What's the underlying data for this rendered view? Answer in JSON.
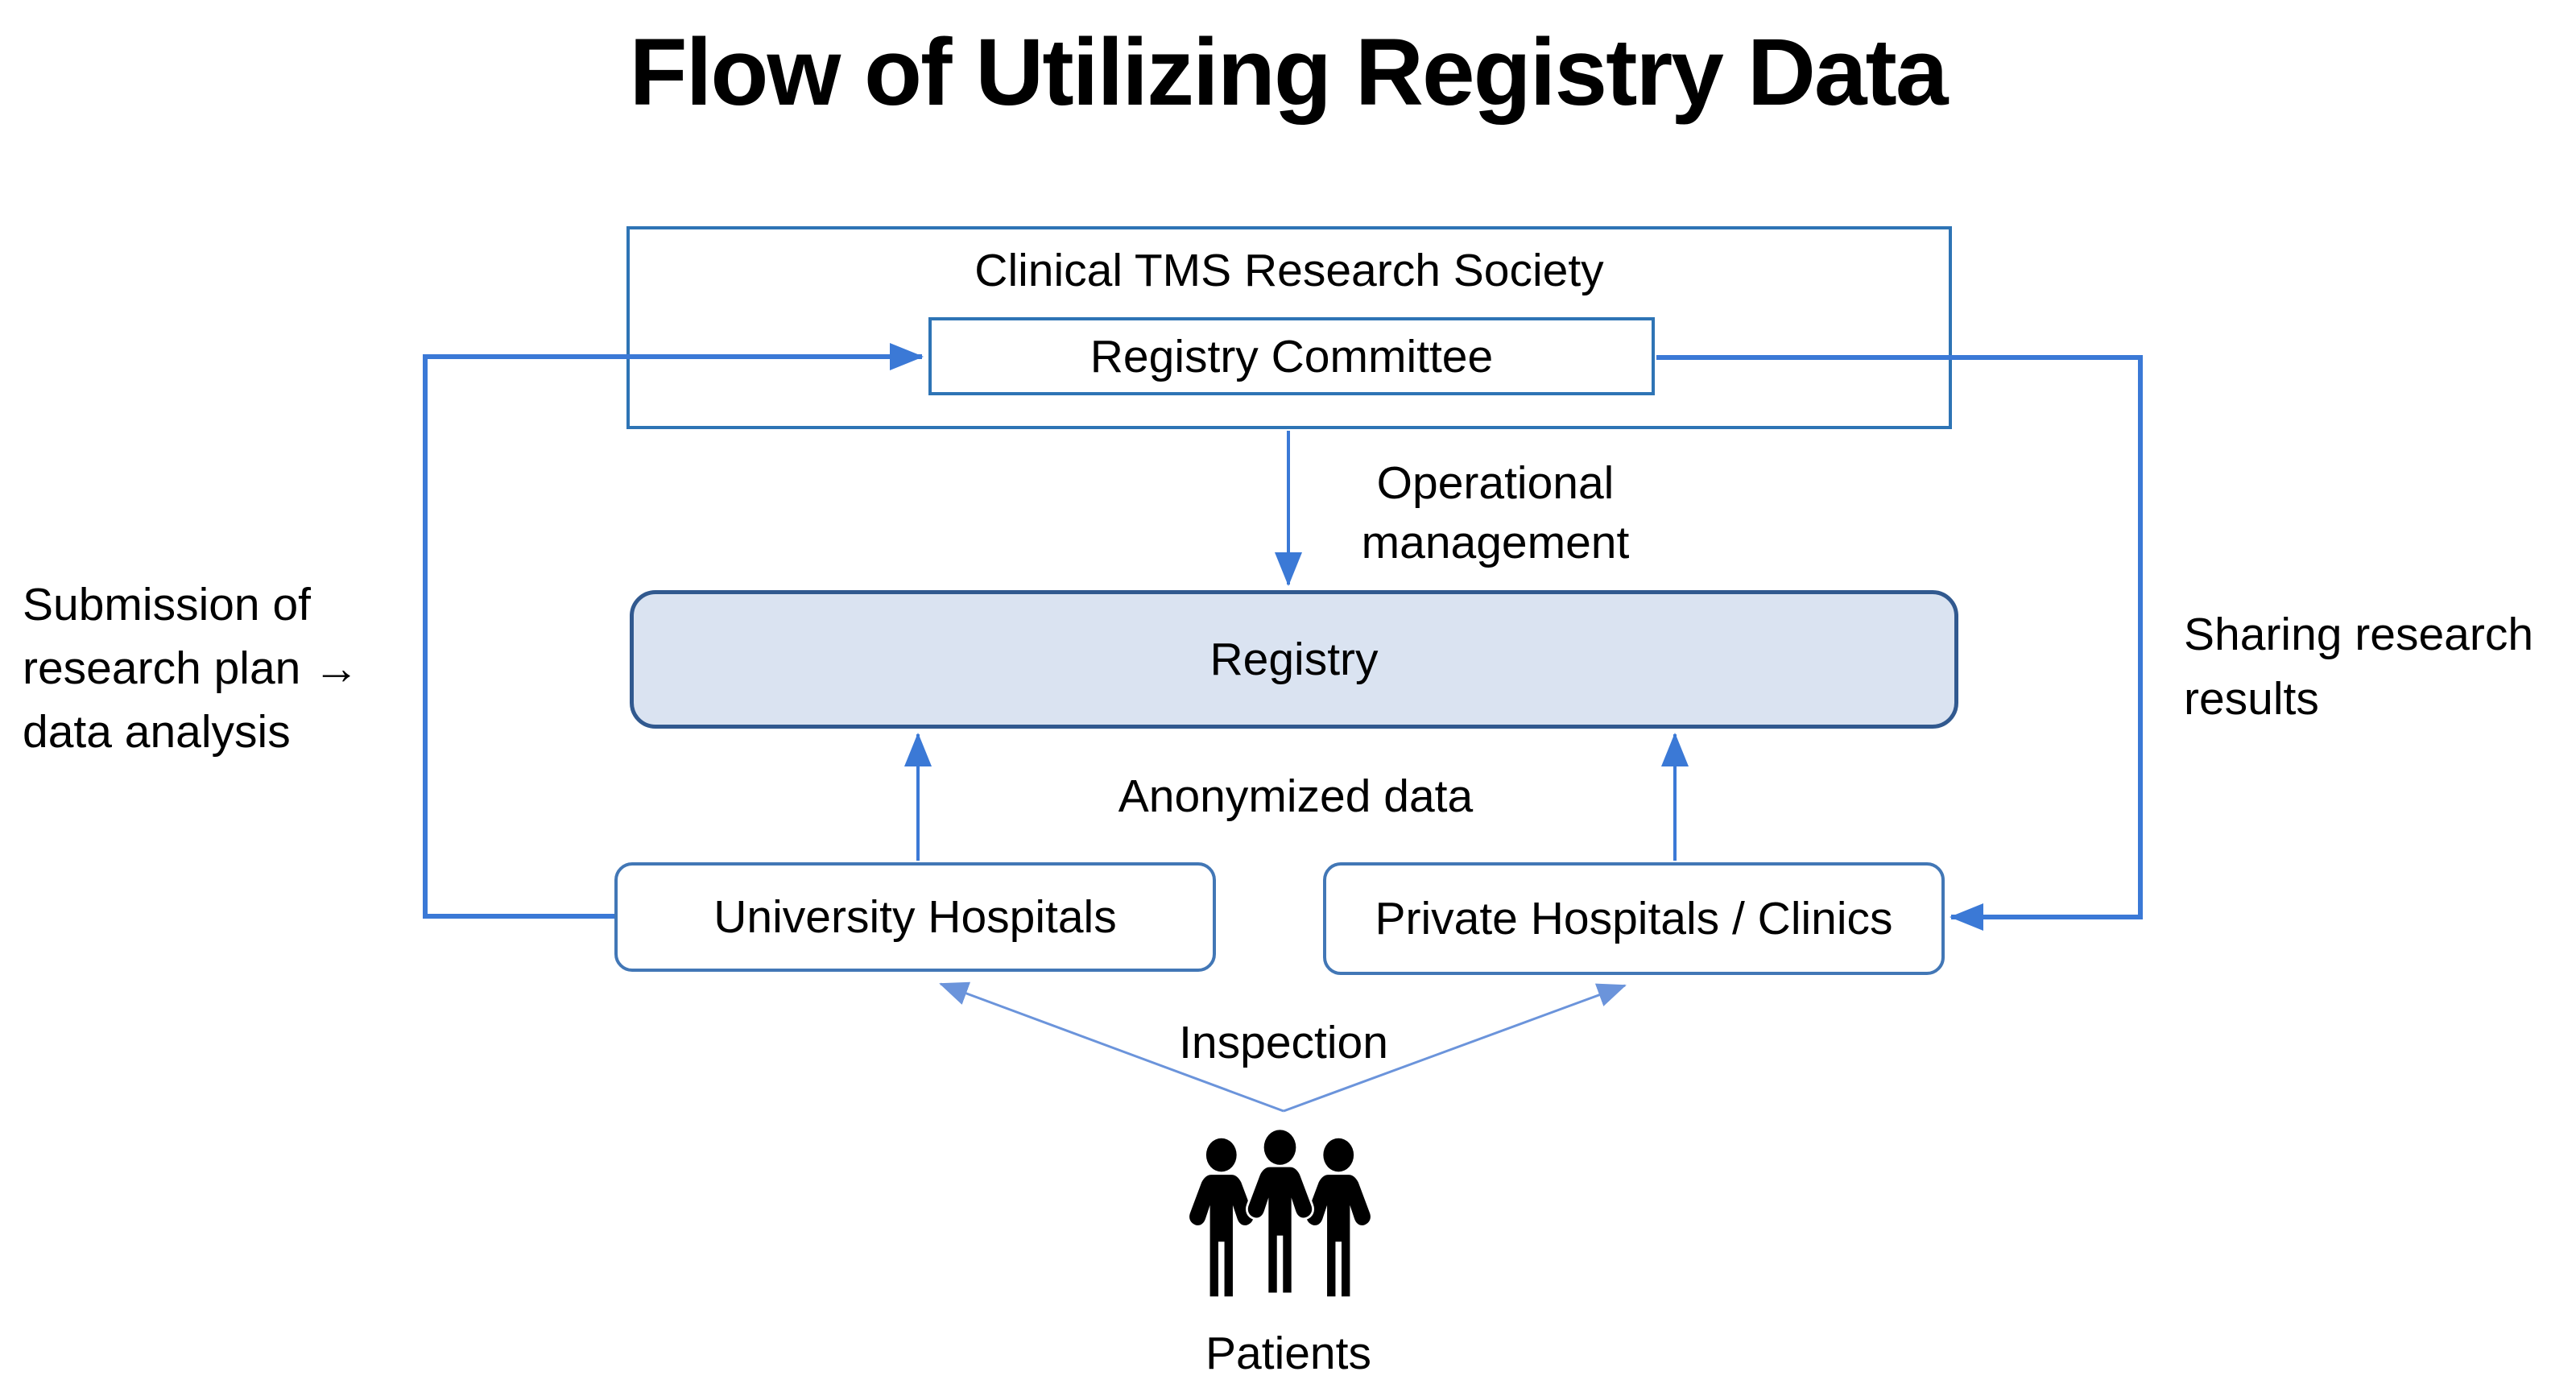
{
  "title": "Flow of Utilizing Registry Data",
  "nodes": {
    "society": {
      "label": "Clinical TMS Research Society"
    },
    "committee": {
      "label": "Registry Committee"
    },
    "registry": {
      "label": "Registry"
    },
    "university": {
      "label": "University Hospitals"
    },
    "private": {
      "label": "Private Hospitals / Clinics"
    },
    "patients": {
      "label": "Patients"
    }
  },
  "edge_labels": {
    "operational": "Operational\nmanagement",
    "anonymized": "Anonymized data",
    "submission": "Submission of\nresearch plan →\ndata analysis",
    "sharing": "Sharing research\nresults",
    "inspection": "Inspection"
  },
  "icons": {
    "patients": "three-people-icon"
  },
  "colors": {
    "connector_blue": "#3b79d6",
    "v_line_blue": "#6b94db",
    "box_border_blue": "#2e74b5",
    "rounded_border_blue": "#4277b6",
    "registry_border": "#31598f",
    "registry_fill": "#dae3f1",
    "text_black": "#000000"
  }
}
